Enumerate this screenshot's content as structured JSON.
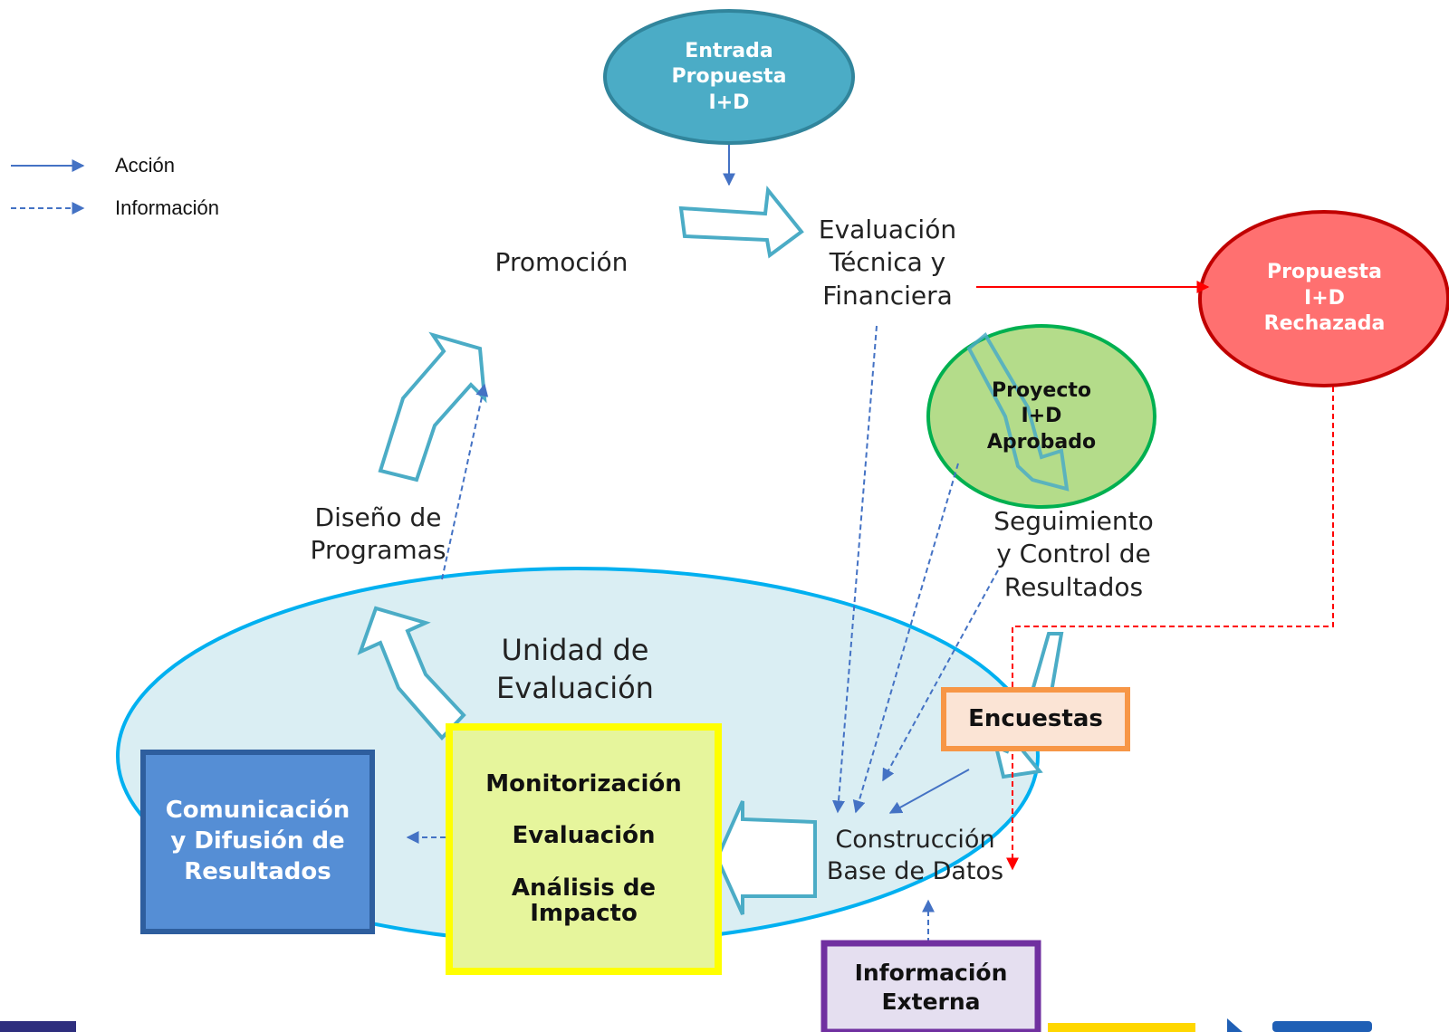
{
  "legend": {
    "action_label": "Acción",
    "information_label": "Información"
  },
  "nodes": {
    "entrada": "Entrada\nPropuesta\nI+D",
    "promocion": "Promoción",
    "evaluacion": "Evaluación\nTécnica y\nFinanciera",
    "rechazada": "Propuesta\nI+D\nRechazada",
    "aprobado": "Proyecto\nI+D\nAprobado",
    "seguimiento": "Seguimiento\ny Control de\nResultados",
    "diseno": "Diseño de\nProgramas",
    "unidad": "Unidad de\nEvaluación",
    "encuestas": "Encuestas",
    "comunicacion": "Comunicación\ny Difusión de\nResultados",
    "monitorizacion": "Monitorización\n\nEvaluación\n\nAnálisis de\nImpacto",
    "construccion": "Construcción\nBase de Datos",
    "externa": "Información\nExterna"
  },
  "colors": {
    "action_arrow": "#4472c4",
    "rejection_arrow": "#ff0000",
    "entrada_fill": "#4bacc6",
    "rechazada_fill": "#ff7070",
    "aprobado_fill": "#b4dc8a",
    "aprobado_border": "#00b050",
    "unidad_fill": "#daeef3",
    "unidad_border": "#00b0f0",
    "encuestas_border": "#f79646",
    "comunicacion_fill": "#558ed5",
    "monitorizacion_fill": "#e6f59c",
    "monitorizacion_border": "#ffff00",
    "externa_border": "#7030a0"
  }
}
